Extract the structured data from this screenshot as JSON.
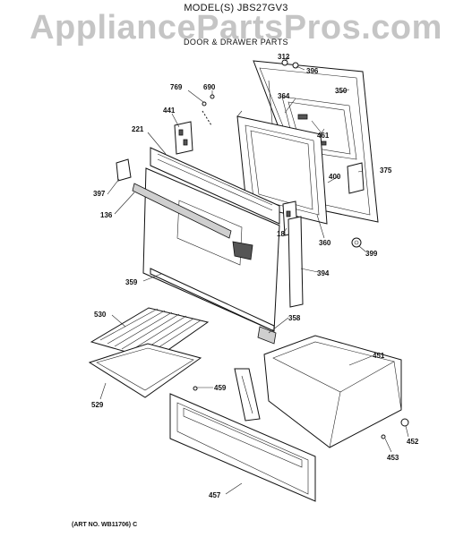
{
  "header": {
    "model_line": "MODEL(S) JBS27GV3",
    "section_title": "DOOR & DRAWER PARTS",
    "watermark": "AppliancePartsPros.com"
  },
  "footer": {
    "art_number": "(ART NO. WB11706) C"
  },
  "callouts": [
    {
      "id": "312",
      "text": "312"
    },
    {
      "id": "396",
      "text": "396"
    },
    {
      "id": "769",
      "text": "769"
    },
    {
      "id": "690",
      "text": "690"
    },
    {
      "id": "350",
      "text": "350"
    },
    {
      "id": "364",
      "text": "364"
    },
    {
      "id": "441",
      "text": "441"
    },
    {
      "id": "461",
      "text": "461"
    },
    {
      "id": "221",
      "text": "221"
    },
    {
      "id": "375",
      "text": "375"
    },
    {
      "id": "400",
      "text": "400"
    },
    {
      "id": "397",
      "text": "397"
    },
    {
      "id": "136",
      "text": "136"
    },
    {
      "id": "18",
      "text": "18"
    },
    {
      "id": "360",
      "text": "360"
    },
    {
      "id": "399",
      "text": "399"
    },
    {
      "id": "394",
      "text": "394"
    },
    {
      "id": "359",
      "text": "359"
    },
    {
      "id": "358",
      "text": "358"
    },
    {
      "id": "530",
      "text": "530"
    },
    {
      "id": "451",
      "text": "451"
    },
    {
      "id": "459",
      "text": "459"
    },
    {
      "id": "529",
      "text": "529"
    },
    {
      "id": "452",
      "text": "452"
    },
    {
      "id": "453",
      "text": "453"
    },
    {
      "id": "457",
      "text": "457"
    }
  ]
}
